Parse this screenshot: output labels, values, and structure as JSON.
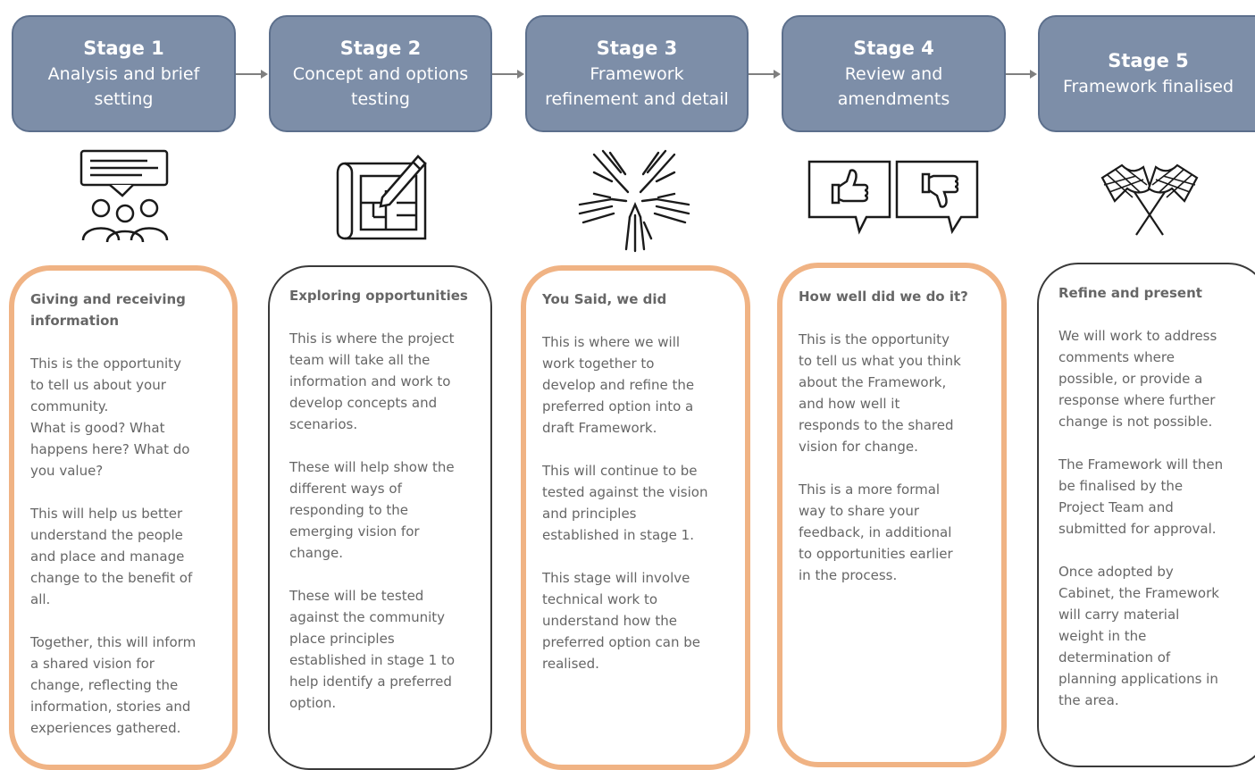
{
  "colors": {
    "stage_fill": "#7d8ea8",
    "stage_text": "#ffffff",
    "highlight_border": "#f0b384",
    "plain_border": "#3a3a3a",
    "body_text": "#666666"
  },
  "stages": [
    {
      "number": "Stage 1",
      "name": "Analysis and brief\nsetting",
      "icon": "consultation-icon"
    },
    {
      "number": "Stage 2",
      "name": "Concept and options\ntesting",
      "icon": "blueprint-pencil-icon"
    },
    {
      "number": "Stage 3",
      "name": "Framework\nrefinement and detail",
      "icon": "collaborating-hands-icon"
    },
    {
      "number": "Stage 4",
      "name": "Review and\namendments",
      "icon": "thumbs-up-down-icon"
    },
    {
      "number": "Stage 5",
      "name": "Framework finalised",
      "icon": "chequered-flags-icon"
    }
  ],
  "cards": [
    {
      "title": "Giving and receiving\ninformation",
      "paragraphs": [
        "This is the opportunity\nto tell us about your\ncommunity.\nWhat is good? What\nhappens here? What do\nyou value?",
        "This will help us better\nunderstand the people\nand place and manage\nchange to the benefit of\nall.",
        "Together, this will inform\na shared vision for\nchange, reflecting the\ninformation, stories and\nexperiences gathered."
      ]
    },
    {
      "title": "Exploring opportunities",
      "paragraphs": [
        "This is where the project\nteam will take all the\ninformation and work to\ndevelop concepts and\nscenarios.",
        "These will help show the\ndifferent ways of\nresponding to the\nemerging vision for\nchange.",
        "These will be tested\nagainst the community\nplace principles\nestablished in stage 1 to\nhelp identify a preferred\noption."
      ]
    },
    {
      "title": "You Said, we did",
      "paragraphs": [
        "This is where we will\nwork together to\ndevelop and refine the\npreferred option into a\ndraft Framework.",
        "This will continue to  be\ntested against the vision\nand principles\nestablished in stage 1.",
        "This stage will involve\ntechnical work to\nunderstand how the\npreferred option can be\nrealised."
      ]
    },
    {
      "title": "How well did we do it?",
      "paragraphs": [
        "This is the opportunity\nto tell us what you think\nabout the Framework,\nand how well it\nresponds to the shared\nvision for change.",
        "This is a more formal\nway to share your\nfeedback, in additional\nto opportunities  earlier\nin the process."
      ]
    },
    {
      "title": "Refine and present",
      "paragraphs": [
        "We will work to address\ncomments where\npossible, or provide a\nresponse where further\nchange is not possible.",
        "The Framework  will then\nbe finalised by the\nProject Team and\nsubmitted  for approval.",
        "Once adopted by\nCabinet, the Framework\nwill carry material\nweight in the\ndetermination of\nplanning applications in\nthe area."
      ]
    }
  ]
}
